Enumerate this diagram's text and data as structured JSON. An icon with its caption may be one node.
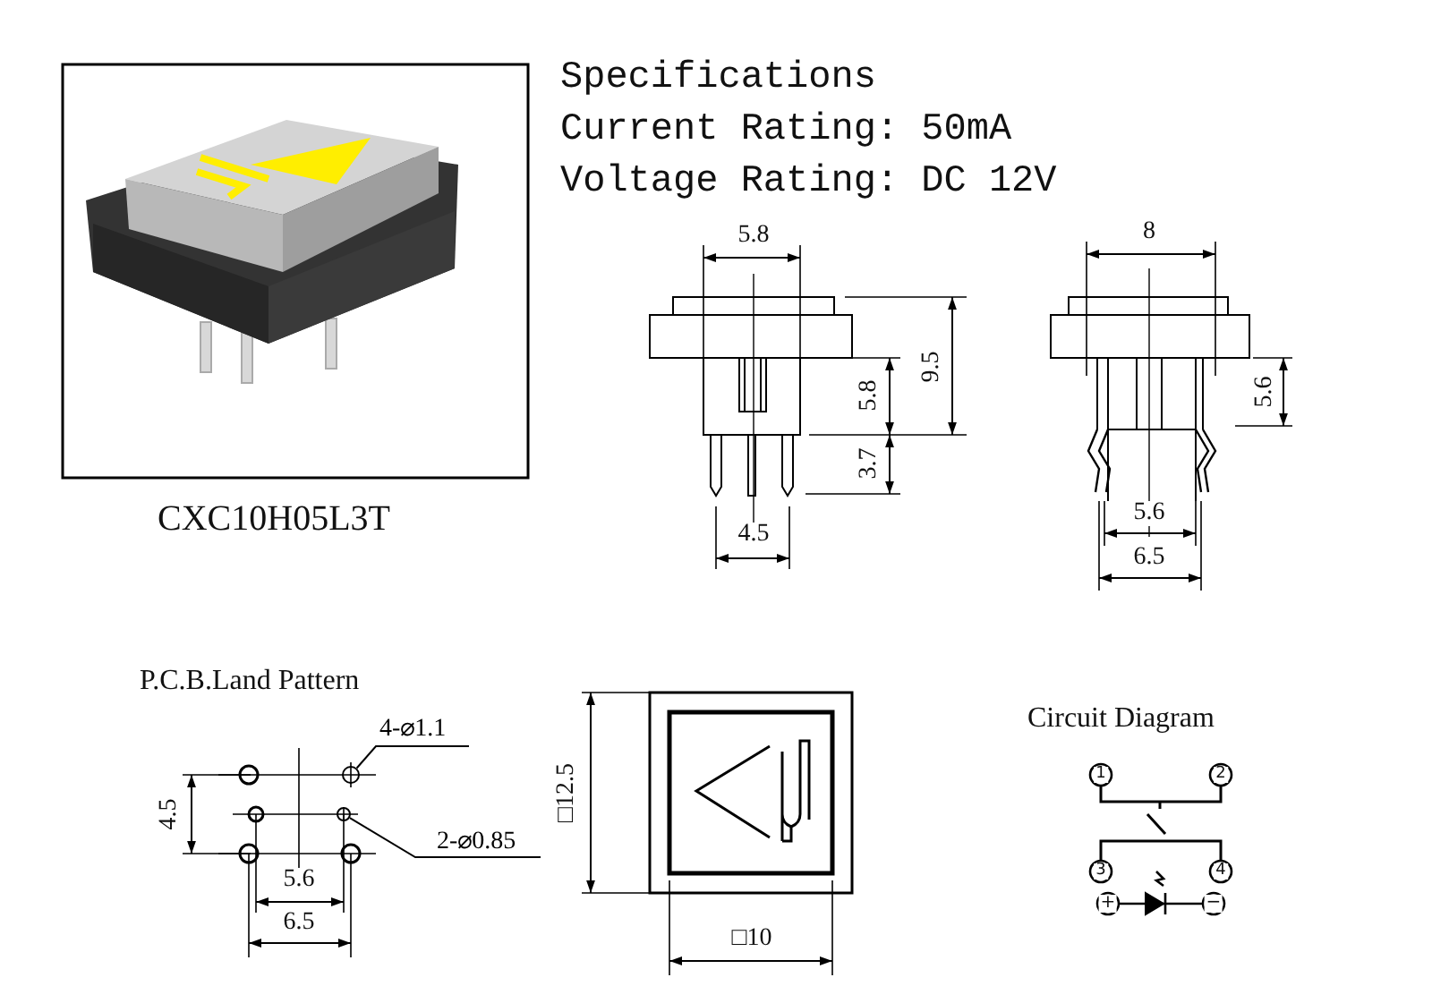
{
  "diagram": {
    "nodes": [
      {
        "text": [
          "4-⌀1.1"
        ]
      },
      {
        "text": [],
        "shape": "circle"
      },
      {
        "text": [
          "2-⌀0.85"
        ]
      },
      {
        "text": [],
        "shape": "circle"
      }
    ],
    "edges": [
      {
        "from": 0,
        "to": 1,
        "arrow": "none"
      },
      {
        "from": 2,
        "to": 3,
        "arrow": "none"
      }
    ],
    "labels": [
      "Specifications",
      "Current Rating: 50mA",
      "Voltage Rating: DC 12V",
      "CXC10H05L3T",
      "5.8",
      "9.5",
      "5.8",
      "3.7",
      "4.5",
      "8",
      "5.6",
      "5.6",
      "6.5",
      "P.C.B.Land Pattern",
      "4.5",
      "5.6",
      "6.5",
      "□12.5",
      "□10",
      "Circuit Diagram",
      "1",
      "2",
      "3",
      "4",
      "+",
      "−"
    ]
  }
}
